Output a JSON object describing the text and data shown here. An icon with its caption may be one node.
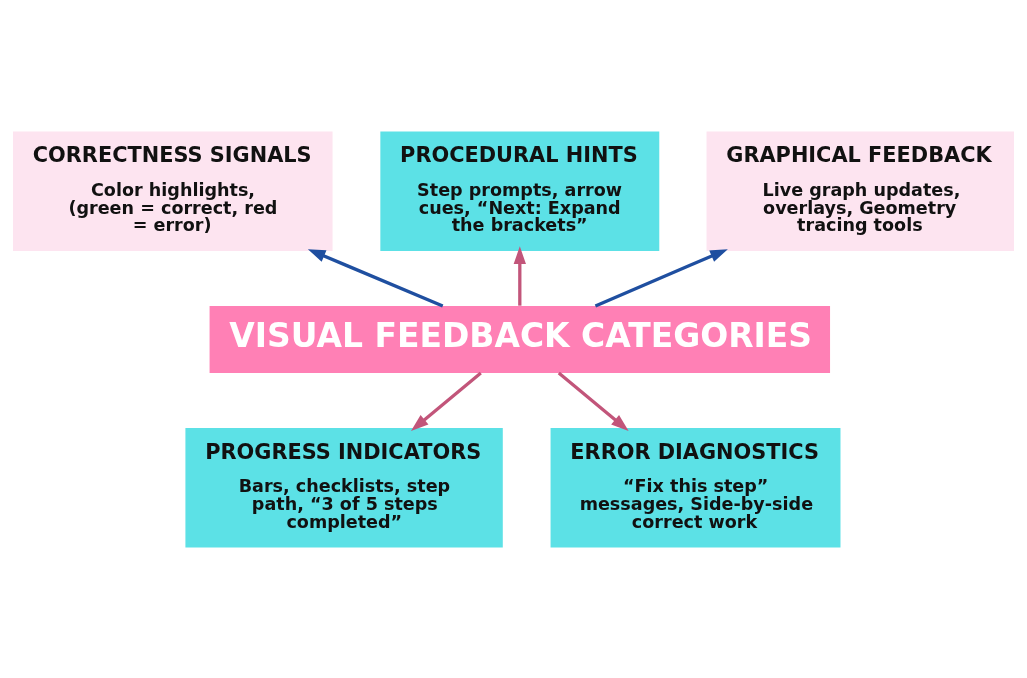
{
  "diagram": {
    "nodes": [
      {
        "text": [
          "VISUAL FEEDBACK CATEGORIES"
        ]
      },
      {
        "text": [
          "CORRECTNESS SIGNALS",
          "Color highlights, (green = correct, red = error)"
        ]
      },
      {
        "text": [
          "PROCEDURAL HINTS",
          "Step prompts, arrow cues, “Next: Expand the brackets”"
        ]
      },
      {
        "text": [
          "GRAPHICAL FEEDBACK",
          "Live graph updates, overlays, Geometry tracing tools"
        ]
      },
      {
        "text": [
          "PROGRESS INDICATORS",
          "Bars, checklists, step path, “3 of 5 steps completed”"
        ]
      },
      {
        "text": [
          "ERROR DIAGNOSTICS",
          "“Fix this step” messages, Side-by-side correct work"
        ]
      }
    ],
    "edges": [
      {
        "from": 0,
        "to": 1,
        "arrow": "to",
        "color": "#1f4fa0"
      },
      {
        "from": 0,
        "to": 2,
        "arrow": "to"
      },
      {
        "from": 0,
        "to": 3,
        "arrow": "to",
        "color": "#1f4fa0"
      },
      {
        "from": 0,
        "to": 4,
        "arrow": "to"
      },
      {
        "from": 0,
        "to": 5,
        "arrow": "to"
      }
    ]
  }
}
